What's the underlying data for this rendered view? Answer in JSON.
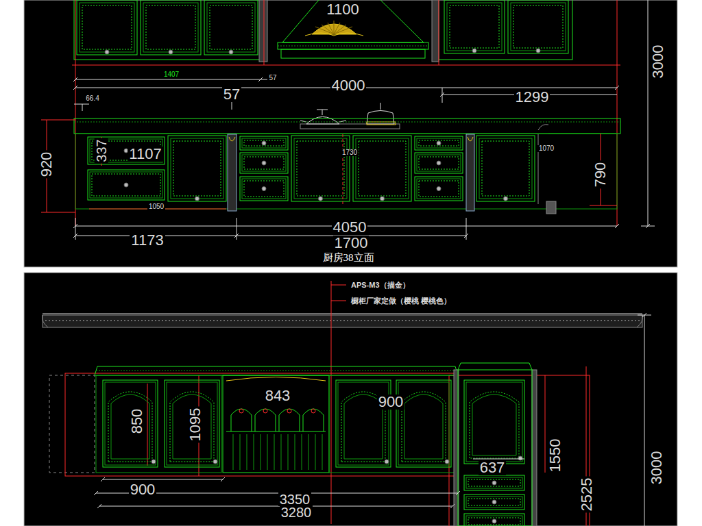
{
  "diagram": {
    "caption": "厨房38立面",
    "labels": [
      "1100",
      "1407",
      "57",
      "4000",
      "57",
      "1299",
      "66.4",
      "3000",
      "920",
      "337",
      "1107",
      "1730",
      "1070",
      "790",
      "1050",
      "4050",
      "1173",
      "1700",
      "APS-M3（描金）",
      "橱柜厂家定做（樱桃 樱桃色）",
      "843",
      "900",
      "850",
      "1095",
      "637",
      "1550",
      "3000",
      "2525",
      "900",
      "3350",
      "3280"
    ]
  }
}
